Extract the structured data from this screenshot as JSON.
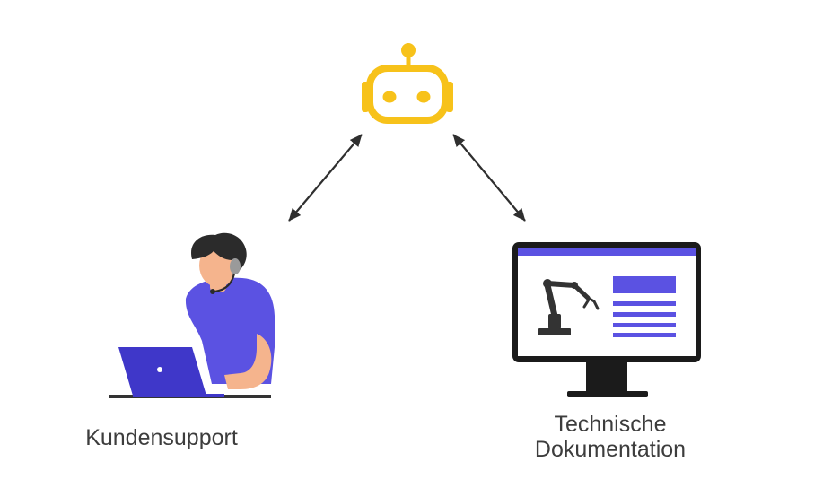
{
  "nodes": {
    "center": {
      "icon": "robot-icon"
    },
    "left": {
      "icon": "support-agent-icon",
      "label": "Kundensupport"
    },
    "right": {
      "icon": "monitor-robot-arm-document-icon",
      "label_lines": [
        "Technische",
        "Dokumentation"
      ]
    }
  },
  "edges": [
    {
      "from": "center",
      "to": "left",
      "style": "double-arrow"
    },
    {
      "from": "center",
      "to": "right",
      "style": "double-arrow"
    }
  ],
  "colors": {
    "robot": "#f7c21a",
    "agent_shirt": "#5b52e2",
    "laptop": "#3f37c9",
    "skin": "#f5b48d",
    "hair": "#2b2b2b",
    "monitor_frame": "#1b1b1b",
    "screen_accent": "#5b52e2",
    "arrow": "#2f2f2f",
    "text": "#3d3d3d"
  }
}
